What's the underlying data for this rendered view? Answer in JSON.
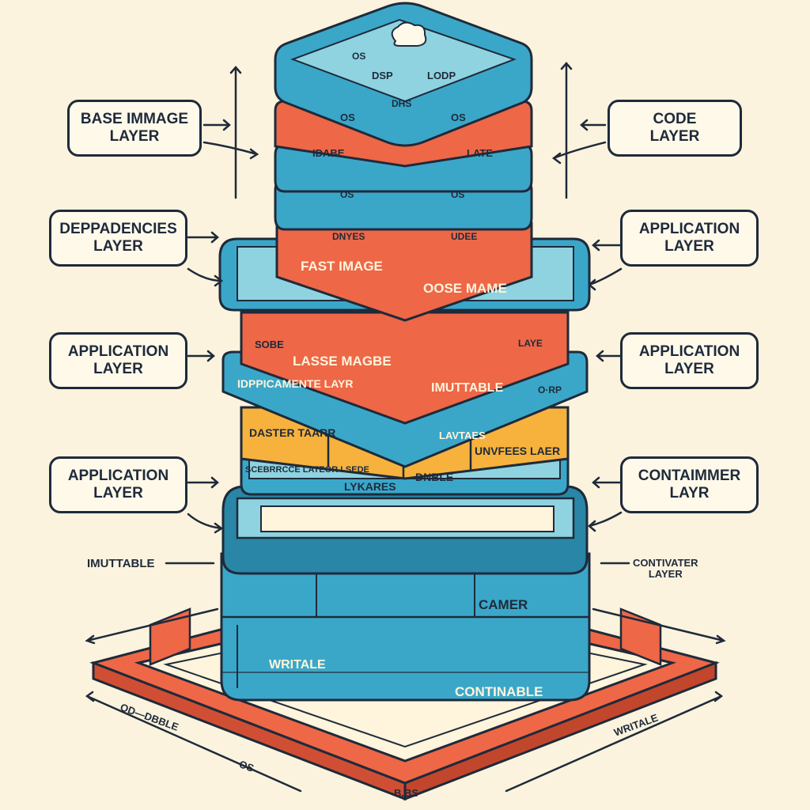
{
  "colors": {
    "background": "#fbf3dd",
    "teal": "#3aa7c9",
    "teal_dark": "#2a86a6",
    "teal_light": "#8fd3e0",
    "red": "#ee6747",
    "red_dark": "#d04f34",
    "yellow": "#f6b23c",
    "ink": "#1f2a3a",
    "cream": "#fff4dc"
  },
  "labels": {
    "left": [
      "BASE IMMAGE\nLAYER",
      "DEPPADENCIES\nLAYER",
      "APPLICATION\nLAYER",
      "APPLICATION\nLAYER"
    ],
    "right": [
      "CODE\nLAYER",
      "APPLICATION\nLAYER",
      "APPLICATION\nLAYER",
      "CONTAIMMER\nLAYR"
    ]
  },
  "notes": {
    "immutable": "IMUTTABLE",
    "contivater": "CONTIVATER\nLAYER",
    "od_dbble": "OD—DBBLE",
    "os_bottom": "OS",
    "writale_bottom": "WRITALE",
    "bb_bottom": "B.BS"
  },
  "stack_texts": {
    "top_os": "OS",
    "top_dsp": "DSP",
    "top_lodp": "LODP",
    "top_dhs": "DHS",
    "red_os": "OS",
    "red_os2": "OS",
    "red_idabe": "IDABE",
    "red_late": "LATE",
    "teal_os": "OS",
    "teal_os2": "OS",
    "dnyes": "DNYES",
    "udee": "UDEE",
    "fast_image": "FAST IMAGE",
    "oose_mame": "OOSE MAME",
    "sobe": "SOBE",
    "lasse_magbe": "LASSE MAGBE",
    "imutable": "IMUTTABLE",
    "laye": "LAYE",
    "dependencies_layer": "IDPPICAMENTE LAYR",
    "orp": "O·RP",
    "lavtaes": "LAVTAES",
    "daster_tarr": "DASTER TAARR",
    "lykares": "LYKARES",
    "dnable": "DNBLE",
    "unvees_laer": "UNVFEES LAER",
    "describe_under": "SCEBRRCCE LATEOR LSEDE",
    "camer": "CAMER",
    "writale": "WRITALE",
    "continable": "CONTINABLE"
  }
}
